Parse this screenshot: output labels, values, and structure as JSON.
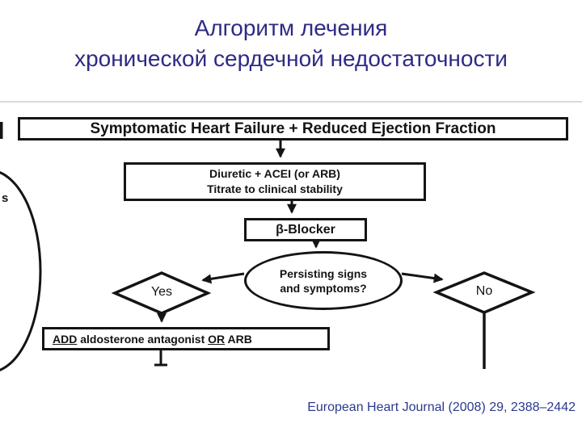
{
  "title": {
    "line1": "Алгоритм лечения",
    "line2": "хронической сердечной недостаточности"
  },
  "diagram": {
    "nodes": {
      "symptomatic": "Symptomatic Heart Failure + Reduced Ejection Fraction",
      "diuretic_line1": "Diuretic + ACEI (or ARB)",
      "diuretic_line2": "Titrate to clinical stability",
      "beta_blocker": "β-Blocker",
      "persisting_line1": "Persisting signs",
      "persisting_line2": "and symptoms?",
      "decision_yes": "Yes",
      "decision_no": "No",
      "add_word1": "ADD",
      "add_word2": " aldosterone antagonist ",
      "add_word3": "OR",
      "add_word4": " ARB",
      "clipped_fragment": "s"
    }
  },
  "citation": "European Heart Journal (2008) 29, 2388–2442",
  "colors": {
    "title_text": "#2e2a85",
    "citation_text": "#2b3a8c",
    "diagram_ink": "#141414",
    "divider": "#d9d9d9",
    "background": "#ffffff"
  }
}
